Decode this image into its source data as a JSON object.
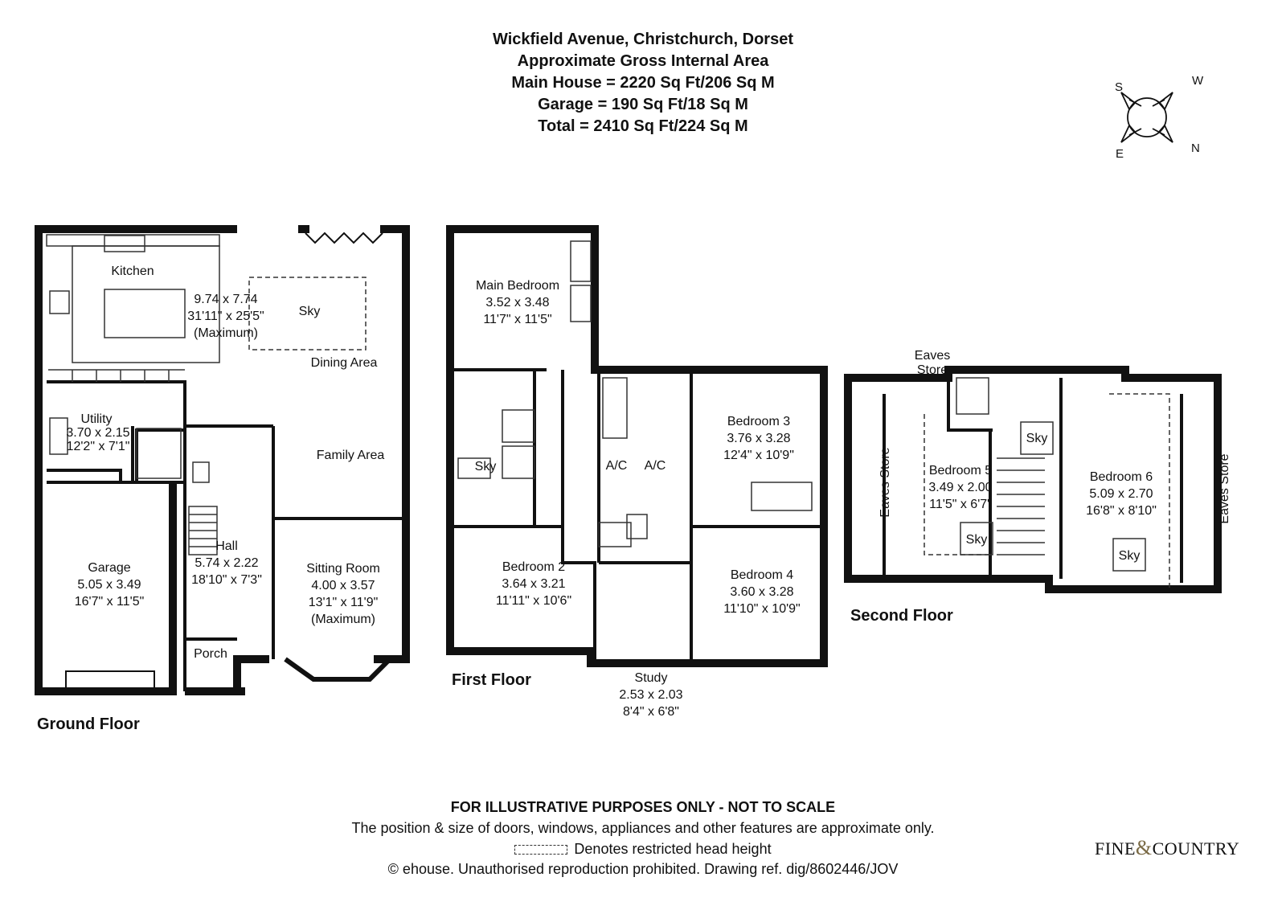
{
  "header": {
    "address": "Wickfield Avenue, Christchurch, Dorset",
    "subtitle": "Approximate Gross Internal Area",
    "main_house": "Main House = 2220 Sq Ft/206 Sq M",
    "garage": "Garage = 190 Sq Ft/18 Sq M",
    "total": "Total = 2410 Sq Ft/224 Sq M"
  },
  "compass": {
    "s": "S",
    "w": "W",
    "e": "E",
    "n": "N"
  },
  "floors": {
    "ground": "Ground Floor",
    "first": "First Floor",
    "second": "Second Floor"
  },
  "rooms": {
    "kitchen": "Kitchen",
    "kitchen_dims_m": "9.74 x 7.74",
    "kitchen_dims_ft": "31'11\" x 25'5\"",
    "kitchen_max": "(Maximum)",
    "sky": "Sky",
    "dining": "Dining Area",
    "family": "Family Area",
    "utility": "Utility",
    "utility_m": "3.70 x 2.15",
    "utility_ft": "12'2\" x 7'1\"",
    "garage": "Garage",
    "garage_m": "5.05 x 3.49",
    "garage_ft": "16'7\" x 11'5\"",
    "hall": "Hall",
    "hall_m": "5.74 x 2.22",
    "hall_ft": "18'10\" x 7'3\"",
    "porch": "Porch",
    "sitting": "Sitting Room",
    "sitting_m": "4.00 x 3.57",
    "sitting_ft": "13'1\" x 11'9\"",
    "sitting_max": "(Maximum)",
    "main_bed": "Main Bedroom",
    "main_bed_m": "3.52 x 3.48",
    "main_bed_ft": "11'7\" x 11'5\"",
    "bed2": "Bedroom 2",
    "bed2_m": "3.64 x 3.21",
    "bed2_ft": "11'11\" x 10'6\"",
    "bed3": "Bedroom 3",
    "bed3_m": "3.76 x 3.28",
    "bed3_ft": "12'4\" x 10'9\"",
    "bed4": "Bedroom 4",
    "bed4_m": "3.60 x 3.28",
    "bed4_ft": "11'10\" x 10'9\"",
    "study": "Study",
    "study_m": "2.53 x 2.03",
    "study_ft": "8'4\" x 6'8\"",
    "ac": "A/C",
    "eaves_store": "Eaves",
    "eaves_store2": "Store",
    "eaves_store_full": "Eaves Store",
    "bed5": "Bedroom 5",
    "bed5_m": "3.49 x 2.00",
    "bed5_ft": "11'5\" x 6'7\"",
    "bed6": "Bedroom 6",
    "bed6_m": "5.09 x 2.70",
    "bed6_ft": "16'8\" x 8'10\""
  },
  "footer": {
    "disclaimer": "FOR ILLUSTRATIVE PURPOSES ONLY - NOT TO SCALE",
    "note": "The position & size of doors, windows, appliances and other features are approximate only.",
    "restricted": "Denotes restricted head height",
    "copyright": "© ehouse. Unauthorised reproduction prohibited. Drawing ref. dig/8602446/JOV"
  },
  "logo": {
    "left": "FINE",
    "amp": "&",
    "right": "COUNTRY"
  }
}
